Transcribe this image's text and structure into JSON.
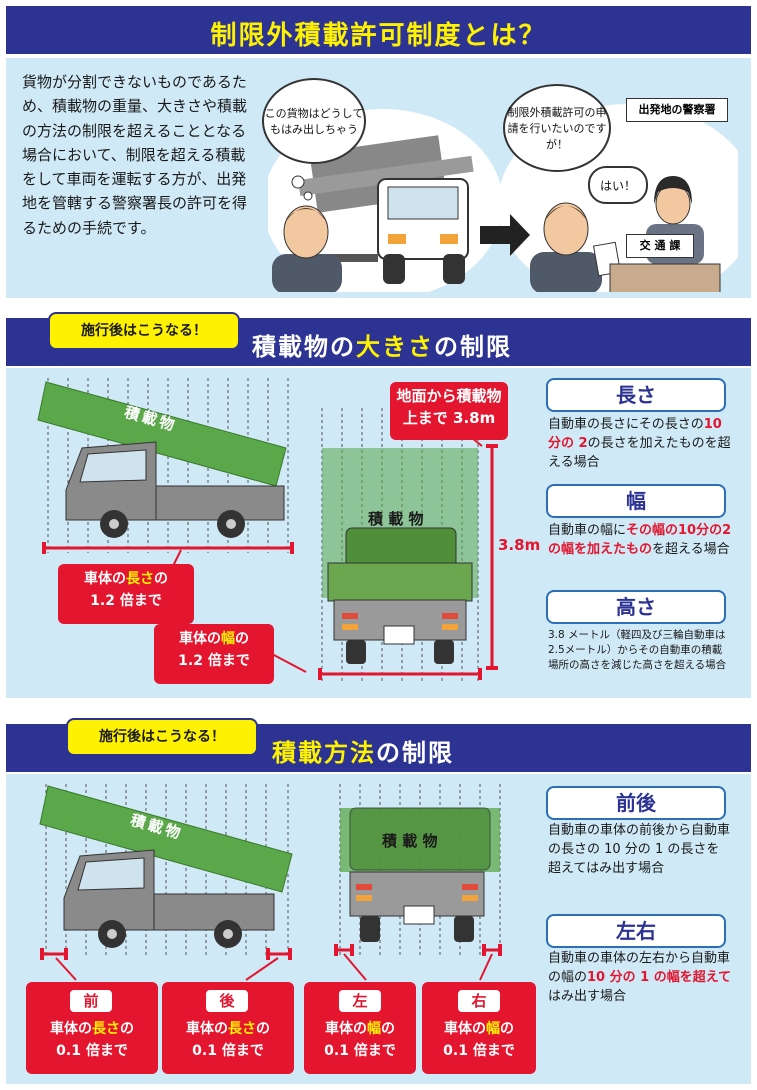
{
  "header": {
    "title": "制限外積載許可制度とは？"
  },
  "intro": {
    "text": "貨物が分割できないものであるため、積載物の重量、大きさや積載の方法の制限を超えることとなる場合において、制限を超える積載をして車両を運転する方が、出発地を管轄する警察署長の許可を得るための手続です。",
    "bubble1": "この貨物はどうしてもはみ出しちゃう",
    "bubble2": "制限外積載許可の申請を行いたいのですが！",
    "police_label": "出発地の警察署",
    "reply": "はい！",
    "desk_label": "交 通 課"
  },
  "section1": {
    "pill": "施行後はこうなる！",
    "title_a": "積載物の",
    "title_hl": "大きさ",
    "title_b": "の制限",
    "cargo": "積載物",
    "cargo2": "積 載 物",
    "height_label": "地面から積載物上まで 3.8m",
    "height_value": "3.8m",
    "length_a": "車体の",
    "length_hl": "長さ",
    "length_b": "の",
    "length_c": "1.2 倍まで",
    "width_a": "車体の",
    "width_hl": "幅",
    "width_b": "の",
    "width_c": "1.2 倍まで",
    "side": [
      {
        "head": "長さ",
        "t1": "自動車の長さにその長さの",
        "t2": "10 分の 2",
        "t3": "の長さを加えたものを超える場合"
      },
      {
        "head": "幅",
        "t1": "自動車の幅に",
        "t2": "その幅の10分の2の幅を加えたもの",
        "t3": "を超える場合"
      },
      {
        "head": "高さ",
        "t1": "3.8 メートル（軽四及び三輪自動車は2.5メートル）からその自動車の積載場所の高さを減じた高さを超える場合"
      }
    ]
  },
  "section2": {
    "pill": "施行後はこうなる！",
    "title_hl": "積載方法",
    "title_b": "の制限",
    "cargo": "積載物",
    "cargo2": "積 載 物",
    "boxes": [
      {
        "head": "前",
        "a": "車体の",
        "hl": "長さ",
        "b": "の",
        "c": "0.1 倍まで"
      },
      {
        "head": "後",
        "a": "車体の",
        "hl": "長さ",
        "b": "の",
        "c": "0.1 倍まで"
      },
      {
        "head": "左",
        "a": "車体の",
        "hl": "幅",
        "b": "の",
        "c": "0.1 倍まで"
      },
      {
        "head": "右",
        "a": "車体の",
        "hl": "幅",
        "b": "の",
        "c": "0.1 倍まで"
      }
    ],
    "side": [
      {
        "head": "前後",
        "t1": "自動車の車体の前後から自動車の長さの 10 分の 1 の長さを超えてはみ出す場合"
      },
      {
        "head": "左右",
        "t1": "自動車の車体の左右から自動車の幅の",
        "t2": "10 分の 1 の幅を超えて",
        "t3": "はみ出す場合"
      }
    ]
  }
}
